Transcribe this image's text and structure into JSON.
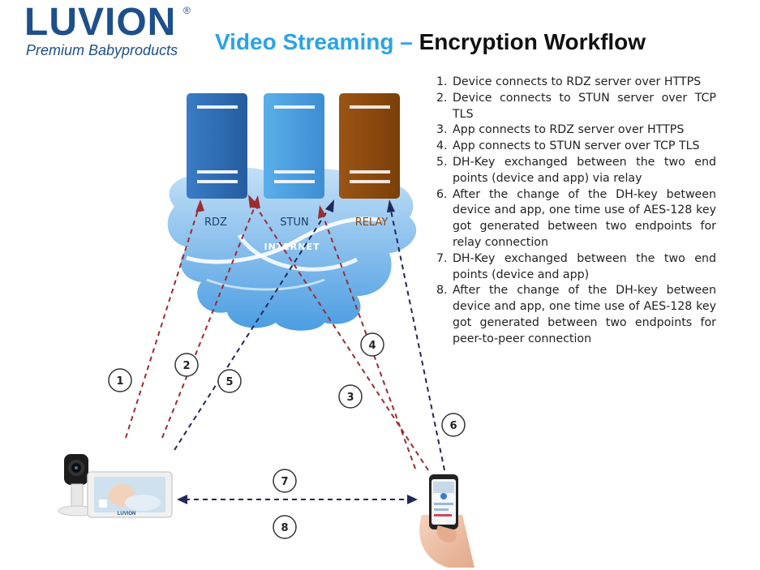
{
  "logo": {
    "word": "LUVION",
    "registered": "®",
    "tagline": "Premium Babyproducts"
  },
  "title": {
    "part1": "Video Streaming – ",
    "part2": "Encryption Workflow"
  },
  "servers": [
    {
      "label": "RDZ",
      "color": "#2f6db5"
    },
    {
      "label": "STUN",
      "color": "#4a9ce0"
    },
    {
      "label": "RELAY",
      "color": "#8b4a0f"
    }
  ],
  "cloud_label": "INTERNET",
  "device_screen_brand": "LUVION",
  "colors": {
    "red_line": "#9b2d32",
    "navy_line": "#22285a",
    "cloud": "#5aa8e6",
    "brand": "#1d4f8c"
  },
  "markers": [
    "1",
    "2",
    "3",
    "4",
    "5",
    "6",
    "7",
    "8"
  ],
  "steps": [
    {
      "num": "1.",
      "text": "Device connects to RDZ server over HTTPS"
    },
    {
      "num": "2.",
      "text": "Device connects to STUN server over TCP TLS"
    },
    {
      "num": "3.",
      "text": "App connects to RDZ server over HTTPS"
    },
    {
      "num": "4.",
      "text": "App connects to STUN server over TCP TLS"
    },
    {
      "num": "5.",
      "text": "DH-Key exchanged between the two end points (device and app) via relay"
    },
    {
      "num": "6.",
      "text": "After the change of the DH-key between device and app, one time use of AES-128 key got generated between two endpoints for relay connection"
    },
    {
      "num": "7.",
      "text": "DH-Key exchanged between the two end points (device and app)"
    },
    {
      "num": "8.",
      "text": "After the change of the DH-key between device and app, one time use of AES-128 key got generated between two endpoints for peer-to-peer connection"
    }
  ]
}
